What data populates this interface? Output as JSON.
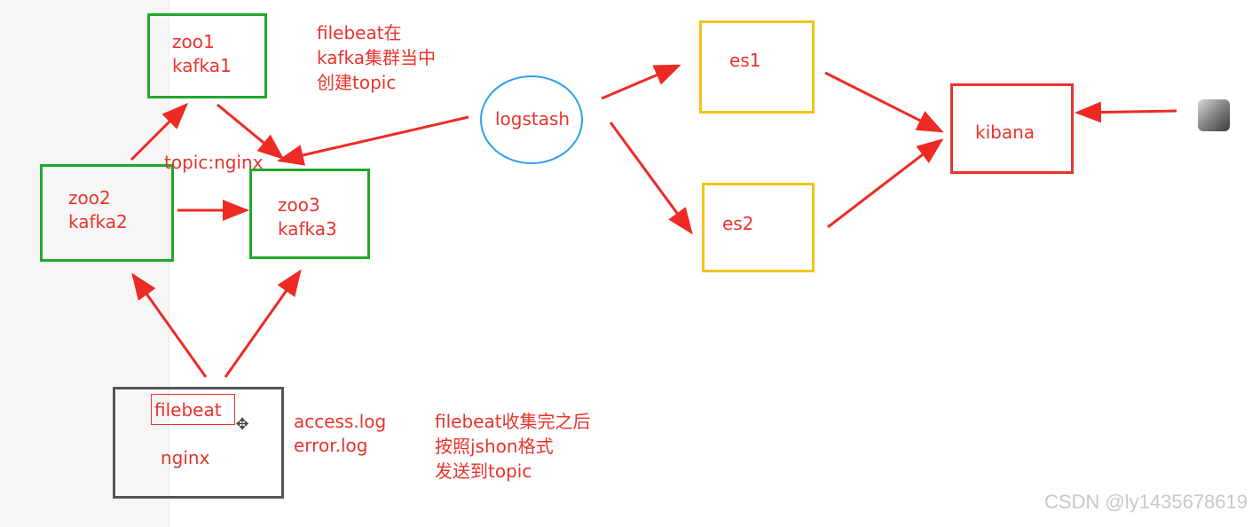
{
  "nodes": {
    "zoo1_kafka1": [
      "zoo1",
      "kafka1"
    ],
    "zoo2_kafka2": [
      "zoo2",
      "kafka2"
    ],
    "zoo3_kafka3": [
      "zoo3",
      "kafka3"
    ],
    "logstash": "logstash",
    "es1": "es1",
    "es2": "es2",
    "kibana": "kibana",
    "filebeat": "filebeat",
    "nginx": "nginx"
  },
  "annotations": {
    "filebeat_create_topic": [
      "filebeat在",
      "kafka集群当中",
      "创建topic"
    ],
    "topic": "topic:nginx",
    "logs": [
      "access.log",
      "error.log"
    ],
    "send_json": [
      "filebeat收集完之后",
      "按照jshon格式",
      "发送到topic"
    ]
  },
  "watermark": "CSDN @ly1435678619",
  "colors": {
    "kafka_green": "#22a82a",
    "es_yellow": "#f5c21a",
    "kibana_red": "#e8332c",
    "logstash_blue": "#2b9ff0",
    "text_red": "#e8332c"
  },
  "icons": [
    "avatar-image",
    "move-icon"
  ]
}
